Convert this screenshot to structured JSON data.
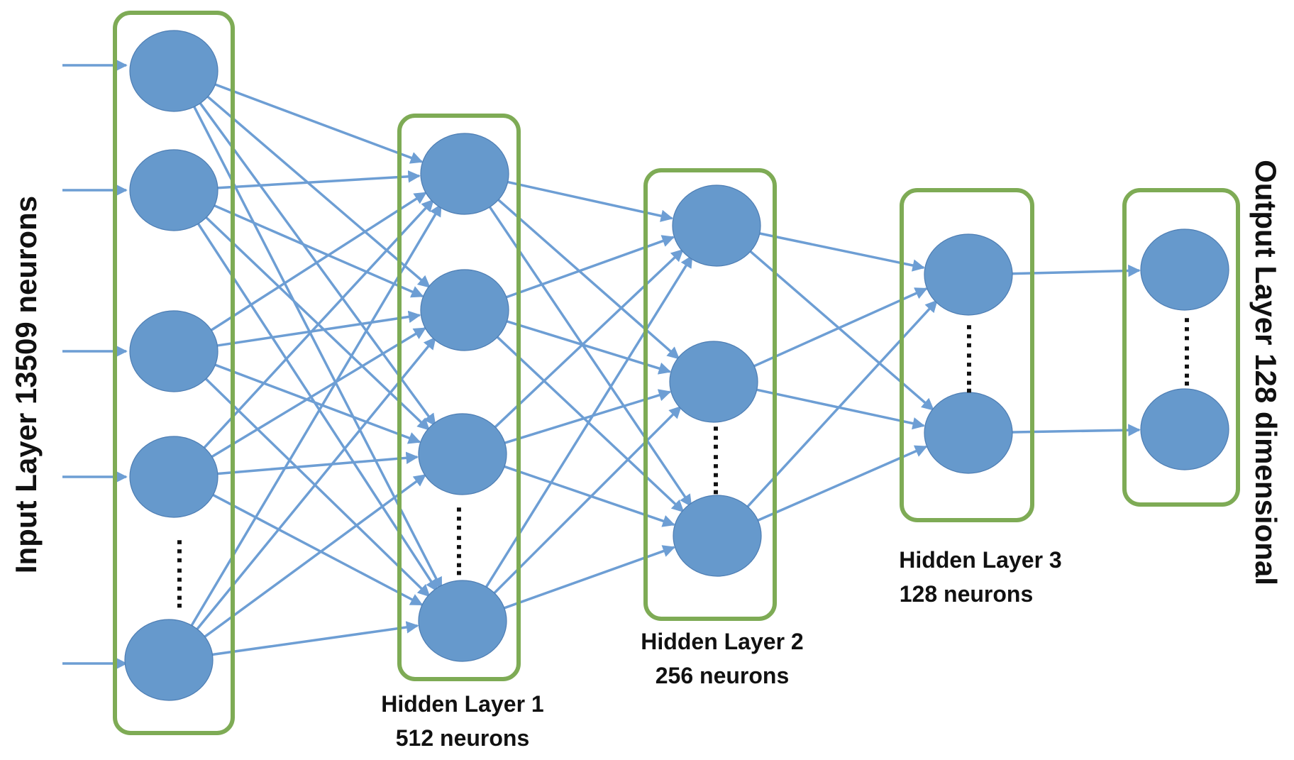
{
  "diagram": {
    "colors": {
      "box": "#7eab55",
      "neuron_fill": "#6699cc",
      "neuron_stroke": "#4d7db3",
      "connection": "#6d9ed4",
      "text": "#111111"
    },
    "input_label": "Input Layer 13509 neurons",
    "output_label": "Output Layer 128  dimensional",
    "ellipsis": "……..",
    "layers": [
      {
        "id": "input",
        "name_line1": "",
        "name_line2": "",
        "neurons_shown": 5
      },
      {
        "id": "hidden-1",
        "name_line1": "Hidden Layer 1",
        "name_line2": "512 neurons",
        "neurons_shown": 4
      },
      {
        "id": "hidden-2",
        "name_line1": "Hidden Layer 2",
        "name_line2": "256 neurons",
        "neurons_shown": 3
      },
      {
        "id": "hidden-3",
        "name_line1": "Hidden Layer 3",
        "name_line2": "128 neurons",
        "neurons_shown": 2
      },
      {
        "id": "output",
        "name_line1": "",
        "name_line2": "",
        "neurons_shown": 2
      }
    ]
  }
}
